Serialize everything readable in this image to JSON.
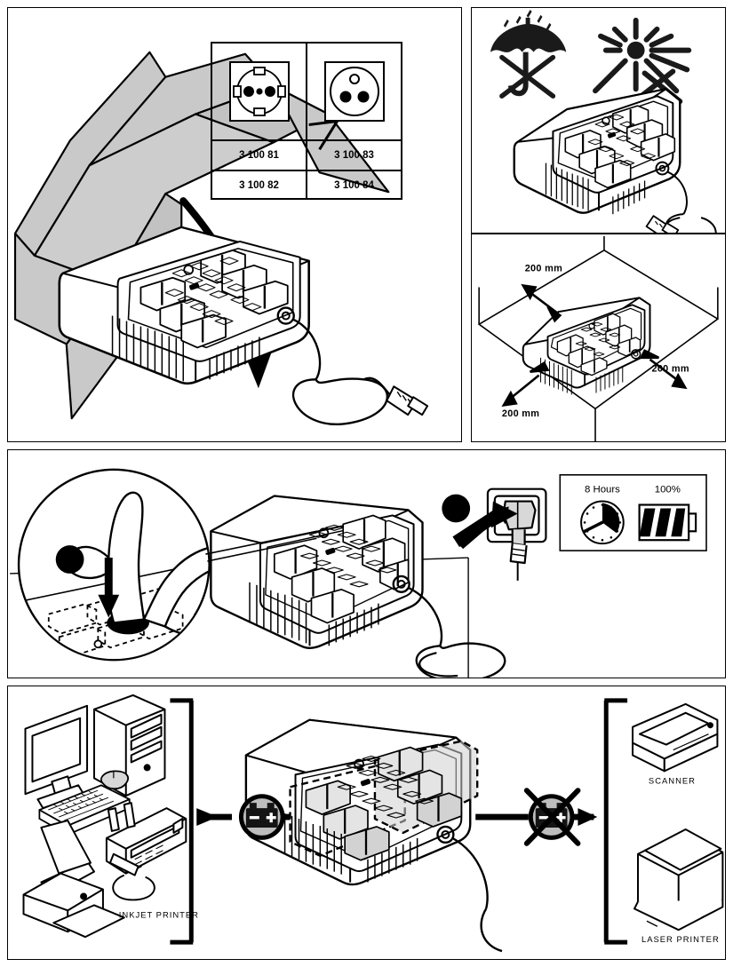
{
  "document": {
    "kind": "ups-installation-instruction-sheet",
    "panels": [
      "unboxing-and-socket-references",
      "environment-warnings",
      "clearance-requirements",
      "startup-sequence",
      "load-connection-guidance"
    ]
  },
  "panel_unboxing": {
    "name": "Unboxing and socket reference panel",
    "carton": {
      "icon": "open-carton-icon",
      "arrow": "curved-open-arrow-icon"
    },
    "socket_table": {
      "columns": [
        {
          "socket_icon": "schuko-socket-icon",
          "refs": [
            "3 100 81",
            "3 100 82"
          ]
        },
        {
          "socket_icon": "french-socket-icon",
          "refs": [
            "3 100 83",
            "3 100 84"
          ]
        }
      ],
      "rows": [
        [
          "3 100 81",
          "3 100 83"
        ],
        [
          "3 100 82",
          "3 100 84"
        ]
      ]
    },
    "device": {
      "icon": "ups-unit-icon",
      "outlet_count": 6,
      "cord": "power-cord-coiled-icon"
    }
  },
  "panel_environment": {
    "name": "Environment warnings panel",
    "warnings": [
      {
        "icon": "no-rain-icon",
        "meaning": "keep dry"
      },
      {
        "icon": "no-direct-sunlight-icon",
        "meaning": "avoid direct sunlight"
      }
    ],
    "device": {
      "icon": "ups-unit-icon"
    }
  },
  "panel_clearance": {
    "name": "Clearance requirements panel",
    "device": {
      "icon": "ups-unit-icon"
    },
    "clearances": [
      {
        "id": "clearance-rear",
        "value": "200 mm"
      },
      {
        "id": "clearance-front",
        "value": "200 mm"
      },
      {
        "id": "clearance-side",
        "value": "200 mm"
      }
    ]
  },
  "panel_startup": {
    "name": "Startup sequence panel",
    "steps": [
      {
        "number": "1",
        "glyph": "❶",
        "action_icon": "plug-into-wall-socket-icon"
      },
      {
        "number": "2",
        "glyph": "❷",
        "action_icon": "press-power-button-icon"
      }
    ],
    "magnifier": {
      "icon": "magnified-detail-circle-icon",
      "content": "hand-pressing-power-button-icon"
    },
    "charge_status": {
      "time_label": "8 Hours",
      "time_icon": "clock-icon",
      "charge_label": "100%",
      "charge_icon": "battery-full-icon"
    }
  },
  "panel_loads": {
    "name": "Load connection guidance panel",
    "battery_backup_group": {
      "icon": "battery-terminals-icon",
      "allowed": true,
      "devices": [
        {
          "icon": "monitor-icon",
          "label": ""
        },
        {
          "icon": "desktop-tower-icon",
          "label": ""
        },
        {
          "icon": "keyboard-icon",
          "label": ""
        },
        {
          "icon": "mouse-icon",
          "label": ""
        },
        {
          "icon": "fax-machine-icon",
          "label": ""
        },
        {
          "icon": "inkjet-printer-icon",
          "label": "INKJET PRINTER"
        }
      ]
    },
    "no_battery_group": {
      "icon": "battery-terminals-crossed-icon",
      "allowed": false,
      "devices": [
        {
          "icon": "scanner-icon",
          "label": "SCANNER"
        },
        {
          "icon": "laser-printer-icon",
          "label": "LASER PRINTER"
        }
      ]
    },
    "device": {
      "icon": "ups-unit-icon",
      "zones": [
        "battery-backed-outlets",
        "surge-only-outlets"
      ]
    }
  },
  "colors": {
    "ink": "#000000",
    "paper": "#ffffff",
    "carton_fill": "#c9c9c9",
    "shade": "#d8d8d8",
    "zone_shade": "#cfcfcf"
  }
}
